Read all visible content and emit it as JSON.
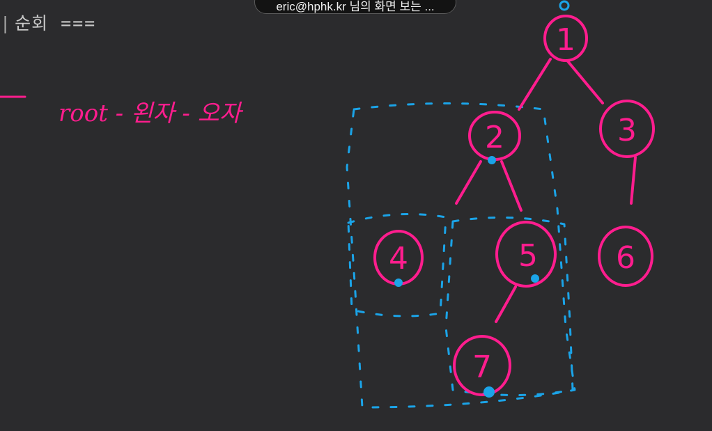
{
  "editor": {
    "heading_text": "순회",
    "heading_suffix": "==="
  },
  "tooltip": {
    "text": "eric@hphk.kr 님의 화면 보는 ..."
  },
  "annotation": {
    "handwriting": "root - 왼자 - 오자"
  },
  "tree": {
    "nodes": [
      "1",
      "2",
      "3",
      "4",
      "5",
      "6",
      "7"
    ]
  },
  "colors": {
    "background": "#2b2b2d",
    "pink_ink": "#ff1d8e",
    "blue_ink": "#1ba4e8",
    "editor_text": "#c8c8c8"
  }
}
